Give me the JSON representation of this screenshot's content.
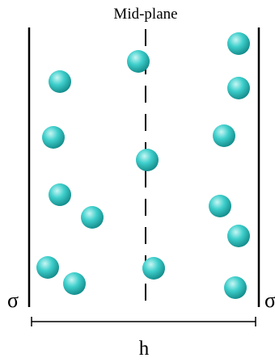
{
  "labels": {
    "midplane": "Mid-plane",
    "sigma_left": "σ",
    "sigma_right": "σ",
    "h": "h"
  },
  "colors": {
    "ion_light": "#c8f6f4",
    "ion_base": "#3fcfcc",
    "ion_dark": "#128a89",
    "line": "#000000"
  }
}
